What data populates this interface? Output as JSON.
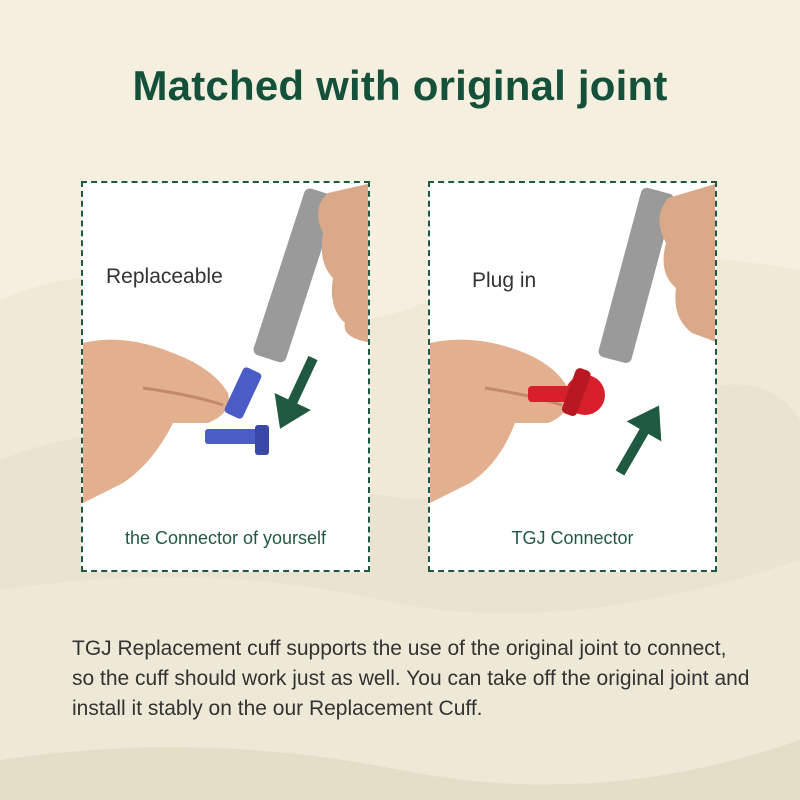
{
  "title": "Matched with original joint",
  "panels": [
    {
      "label": "Replaceable",
      "caption": "the Connector of yourself",
      "connector_color": "#4a5cc6",
      "arrow": "down"
    },
    {
      "label": "Plug in",
      "caption": "TGJ Connector",
      "connector_color": "#d8202c",
      "arrow": "up"
    }
  ],
  "description": "TGJ Replacement cuff supports the use of the original joint to connect, so the cuff should work just as well. You can take off the original joint and install it stably on the our Replacement Cuff.",
  "colors": {
    "accent": "#14503a",
    "background": "#f4efdf"
  }
}
